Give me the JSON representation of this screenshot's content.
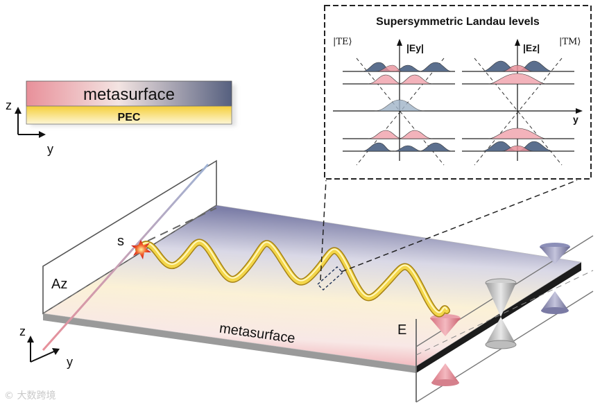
{
  "inset": {
    "title": "Supersymmetric Landau levels",
    "te_label": "|TE⟩",
    "tm_label": "|TM⟩",
    "ey_label": "|Ey|",
    "ez_label": "|Ez|",
    "y_label": "y"
  },
  "legend": {
    "metasurface_label": "metasurface",
    "pec_label": "PEC",
    "axis_z": "z",
    "axis_y": "y"
  },
  "main": {
    "metasurface_label": "metasurface",
    "source_label": "s",
    "az_label": "Az",
    "e_label": "E",
    "axis_z": "z",
    "axis_y": "y"
  },
  "watermark": "© 大数跨境",
  "colors": {
    "pink": "#e8909a",
    "blue_gray": "#5b6f8e",
    "lavender": "#8c8fb8",
    "yellow": "#f2d64a",
    "light_blue": "#9fb3c8"
  }
}
